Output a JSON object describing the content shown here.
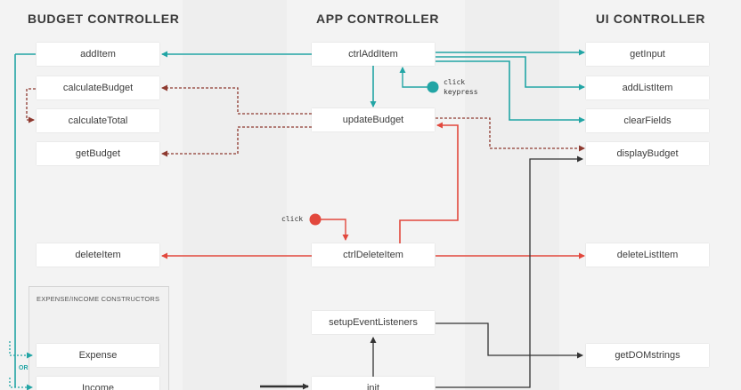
{
  "columns": {
    "budget": "BUDGET CONTROLLER",
    "app": "APP CONTROLLER",
    "ui": "UI CONTROLLER"
  },
  "budget_nodes": {
    "add_item": "addItem",
    "calculate_budget": "calculateBudget",
    "calculate_total": "calculateTotal",
    "get_budget": "getBudget",
    "delete_item": "deleteItem",
    "expense": "Expense",
    "income": "Income"
  },
  "constructors_title": "EXPENSE/INCOME CONSTRUCTORS",
  "or_label": "OR",
  "app_nodes": {
    "ctrl_add_item": "ctrlAddItem",
    "update_budget": "updateBudget",
    "ctrl_delete_item": "ctrlDeleteItem",
    "setup_event_listeners": "setupEventListeners",
    "init": "init"
  },
  "ui_nodes": {
    "get_input": "getInput",
    "add_list_item": "addListItem",
    "clear_fields": "clearFields",
    "display_budget": "displayBudget",
    "delete_list_item": "deleteListItem",
    "get_dom_strings": "getDOMstrings"
  },
  "events": {
    "click_keypress_line1": "click",
    "click_keypress_line2": "keypress",
    "click": "click"
  },
  "colors": {
    "teal": "#22a5a5",
    "red": "#e2483d",
    "dashed_brown": "#8e3a30",
    "black": "#333333"
  }
}
